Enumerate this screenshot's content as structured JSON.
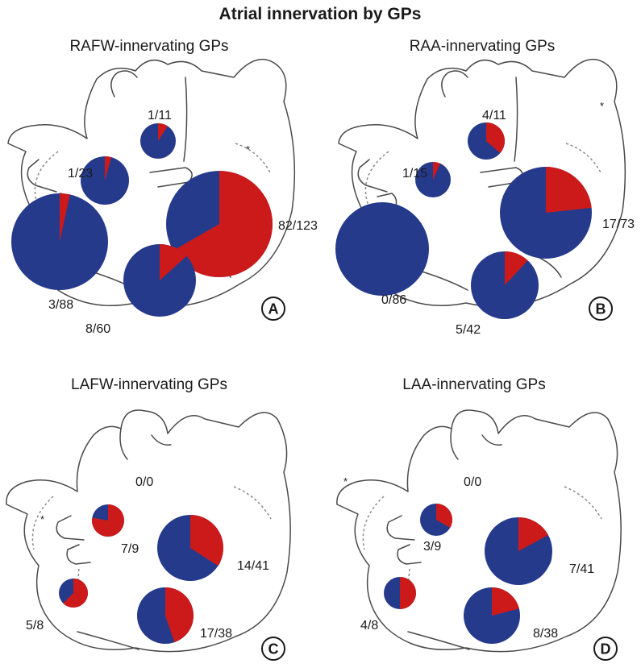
{
  "title": "Atrial innervation by GPs",
  "colors": {
    "positive": "#cc1a1a",
    "negative": "#263a8c",
    "outline": "#4a4a4a"
  },
  "panels": [
    {
      "letter": "A",
      "title": "RAFW-innervating GPs",
      "pies": [
        {
          "label": "1/11",
          "positive": 1,
          "total": 11
        },
        {
          "label": "1/23",
          "positive": 1,
          "total": 23
        },
        {
          "label": "82/123",
          "positive": 82,
          "total": 123
        },
        {
          "label": "3/88",
          "positive": 3,
          "total": 88
        },
        {
          "label": "8/60",
          "positive": 8,
          "total": 60
        }
      ]
    },
    {
      "letter": "B",
      "title": "RAA-innervating GPs",
      "pies": [
        {
          "label": "4/11",
          "positive": 4,
          "total": 11
        },
        {
          "label": "1/15",
          "positive": 1,
          "total": 15
        },
        {
          "label": "17/73",
          "positive": 17,
          "total": 73
        },
        {
          "label": "0/86",
          "positive": 0,
          "total": 86
        },
        {
          "label": "5/42",
          "positive": 5,
          "total": 42
        }
      ]
    },
    {
      "letter": "C",
      "title": "LAFW-innervating GPs",
      "pies": [
        {
          "label": "0/0",
          "positive": 0,
          "total": 0
        },
        {
          "label": "7/9",
          "positive": 7,
          "total": 9
        },
        {
          "label": "14/41",
          "positive": 14,
          "total": 41
        },
        {
          "label": "5/8",
          "positive": 5,
          "total": 8
        },
        {
          "label": "17/38",
          "positive": 17,
          "total": 38
        }
      ]
    },
    {
      "letter": "D",
      "title": "LAA-innervating GPs",
      "pies": [
        {
          "label": "0/0",
          "positive": 0,
          "total": 0
        },
        {
          "label": "3/9",
          "positive": 3,
          "total": 9
        },
        {
          "label": "7/41",
          "positive": 7,
          "total": 41
        },
        {
          "label": "4/8",
          "positive": 4,
          "total": 8
        },
        {
          "label": "8/38",
          "positive": 8,
          "total": 38
        }
      ]
    }
  ]
}
